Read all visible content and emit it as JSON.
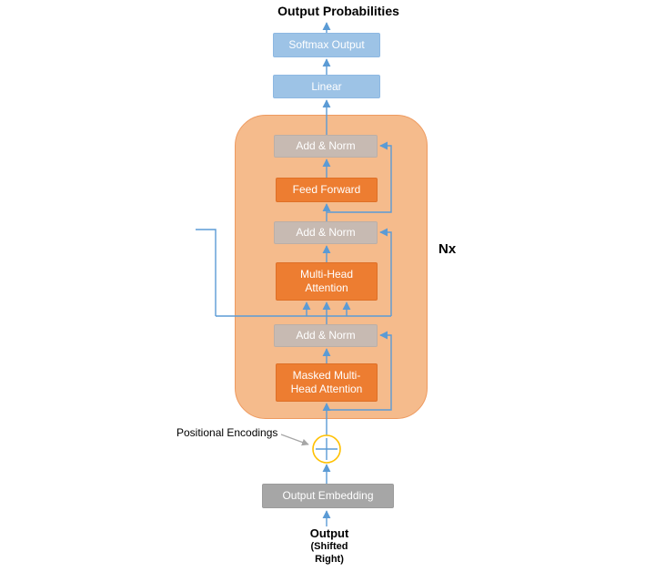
{
  "diagram": {
    "title": "Output Probabilities",
    "nx": "Nx",
    "positional_encodings": "Positional Encodings",
    "output": "Output",
    "shifted_right": "(Shifted Right)",
    "boxes": {
      "softmax": "Softmax Output",
      "linear": "Linear",
      "add_norm": "Add & Norm",
      "feed_forward": "Feed Forward",
      "multi_head_attention": "Multi-Head Attention",
      "masked_multi_head_attention": "Masked Multi-Head Attention",
      "output_embedding": "Output Embedding"
    },
    "colors": {
      "blue_box": "#9DC3E6",
      "orange_box": "#ED7D31",
      "container_fill": "#F5BB8C",
      "container_border": "#EE9A5F",
      "add_norm_box": "#C7BAB2",
      "gray_box": "#A6A6A6",
      "arrow": "#5B9BD5",
      "positional_circle": "#FFC000",
      "pe_arrow": "#A6A6A6"
    }
  }
}
